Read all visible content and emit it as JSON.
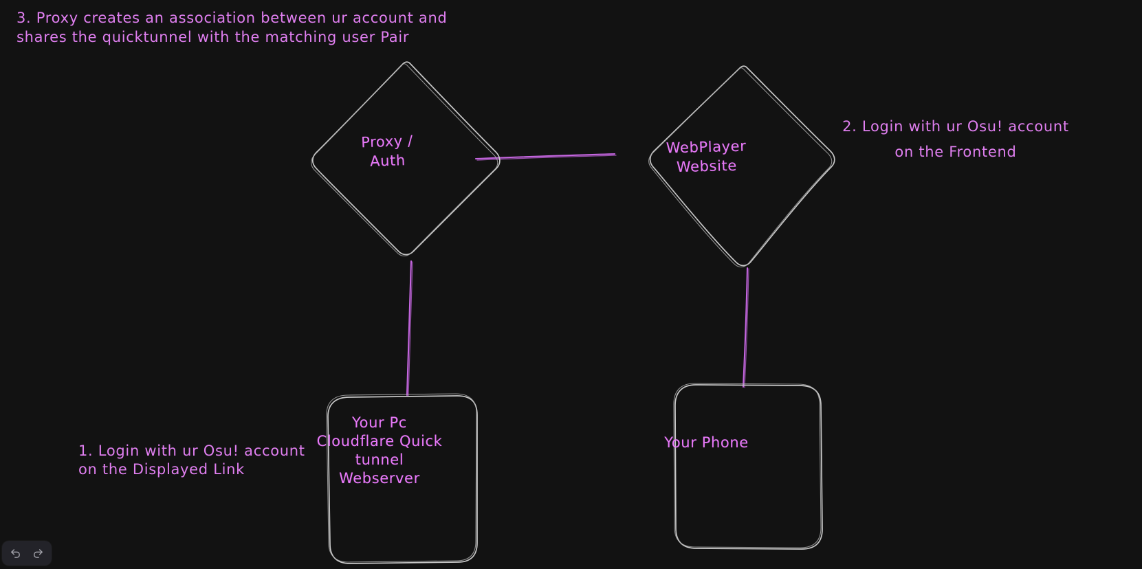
{
  "canvas": {
    "background_color": "#121212",
    "stroke_color": "#b8b8b8",
    "edge_color": "#c566e0",
    "text_color": "#e879f9"
  },
  "nodes": [
    {
      "id": "proxy-auth",
      "shape": "diamond",
      "label": "Proxy /\nAuth"
    },
    {
      "id": "webplayer-website",
      "shape": "diamond",
      "label": "WebPlayer\nWebsite"
    },
    {
      "id": "your-pc",
      "shape": "rounded-rectangle",
      "label": "Your Pc\nCloudflare Quick\ntunnel\nWebserver"
    },
    {
      "id": "your-phone",
      "shape": "rounded-rectangle",
      "label": "Your Phone"
    }
  ],
  "edges": [
    {
      "id": "proxy-to-webplayer",
      "from": "proxy-auth",
      "to": "webplayer-website"
    },
    {
      "id": "proxy-to-pc",
      "from": "proxy-auth",
      "to": "your-pc"
    },
    {
      "id": "webplayer-to-phone",
      "from": "webplayer-website",
      "to": "your-phone"
    }
  ],
  "annotations": [
    {
      "id": "step-3",
      "number": "3.",
      "text": "3. Proxy creates an association between ur account and\n  shares the quicktunnel with the matching user Pair"
    },
    {
      "id": "step-2",
      "number": "2.",
      "text": "2. Login with ur Osu! account\non the Frontend"
    },
    {
      "id": "step-1",
      "number": "1.",
      "text": "1. Login with ur Osu! account\non the Displayed Link"
    }
  ],
  "toolbar": {
    "undo_label": "Undo",
    "redo_label": "Redo"
  }
}
